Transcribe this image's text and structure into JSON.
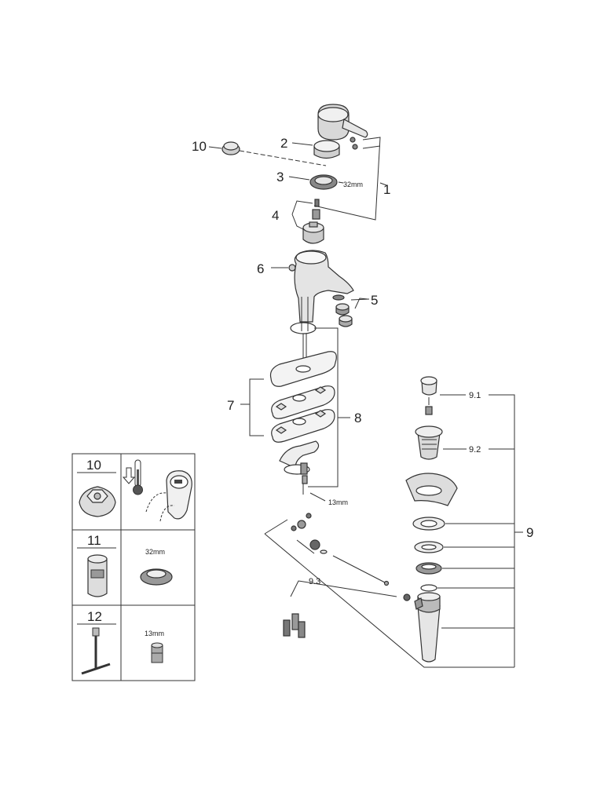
{
  "callouts": {
    "c1": "1",
    "c2": "2",
    "c3": "3",
    "c4": "4",
    "c5": "5",
    "c6": "6",
    "c7": "7",
    "c8": "8",
    "c9": "9",
    "c10": "10",
    "c9_1": "9.1",
    "c9_2": "9.2",
    "c9_3": "9.3"
  },
  "dimensions": {
    "cartridge_nut": "32mm",
    "rod_nut": "13mm"
  },
  "legend": {
    "row1_number": "10",
    "row2_number": "11",
    "row2_size": "32mm",
    "row3_number": "12",
    "row3_size": "13mm"
  },
  "icons": [
    "thermometer-icon",
    "down-arrow-icon"
  ]
}
